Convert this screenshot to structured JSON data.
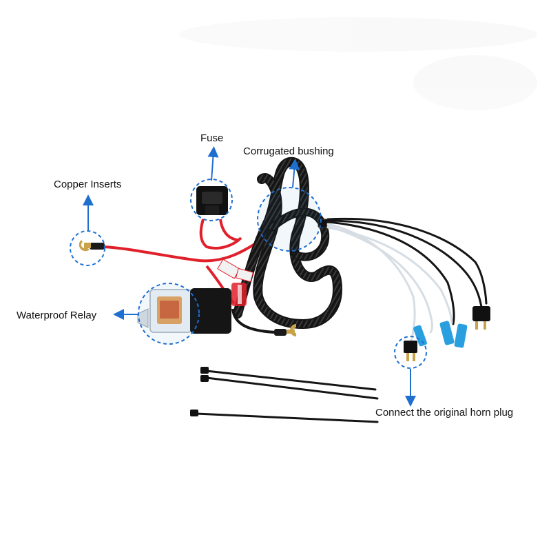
{
  "labels": {
    "fuse": "Fuse",
    "corrugated_bushing": "Corrugated bushing",
    "copper_inserts": "Copper Inserts",
    "waterproof_relay": "Waterproof Relay",
    "horn_plug": "Connect the original horn plug"
  },
  "colors": {
    "callout_blue": "#1f6fd1",
    "wire_red": "#e0202a",
    "wire_black": "#151515",
    "wire_white": "#e8eef3",
    "connector_blue": "#2a9fe0",
    "copper": "#c9a34a"
  },
  "icons": {
    "callout_arrow": "blue-arrow-icon",
    "callout_circle": "dashed-circle-icon"
  }
}
